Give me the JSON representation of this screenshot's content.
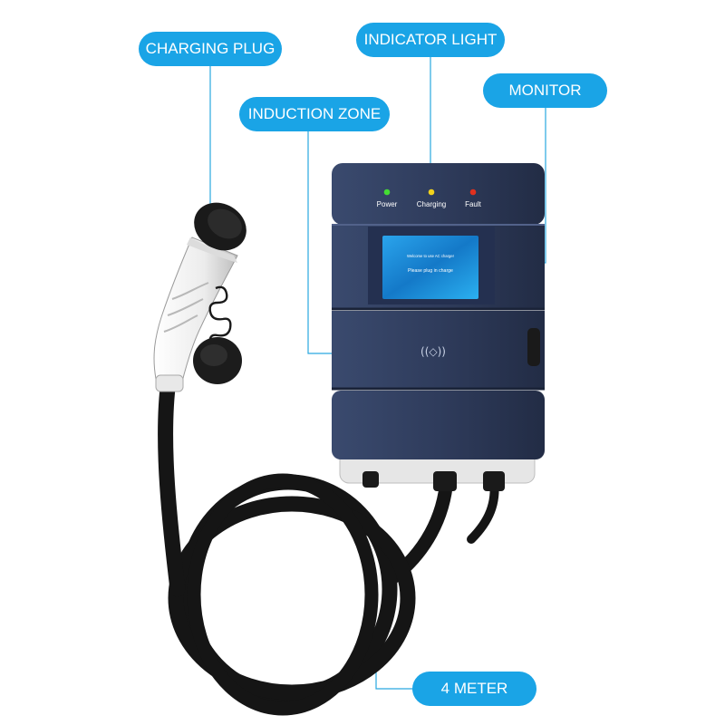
{
  "colors": {
    "callout_fill": "#1aa4e6",
    "leader_line": "#29a8e0",
    "charger_body": "#2f3c5c",
    "screen": "#1f8fd8",
    "led_power": "#44dd33",
    "led_charging": "#f2d21c",
    "led_fault": "#e0301e",
    "cable": "#141414",
    "plug_handle": "#f4f4f4"
  },
  "callouts": {
    "charging_plug": "CHARGING PLUG",
    "indicator_light": "INDICATOR LIGHT",
    "induction_zone": "INDUCTION ZONE",
    "monitor": "MONITOR",
    "cable_length": "4 METER"
  },
  "charger": {
    "led_power_label": "Power",
    "led_charging_label": "Charging",
    "led_fault_label": "Fault",
    "screen_line_1": "Welcome to use AC charger",
    "screen_line_2": "Please plug in charge",
    "rfid_symbol": "((◇))"
  },
  "icons": {
    "charging_plug": "ev-charging-plug-icon",
    "rfid": "rfid-contactless-icon",
    "cable": "coiled-cable-icon"
  }
}
